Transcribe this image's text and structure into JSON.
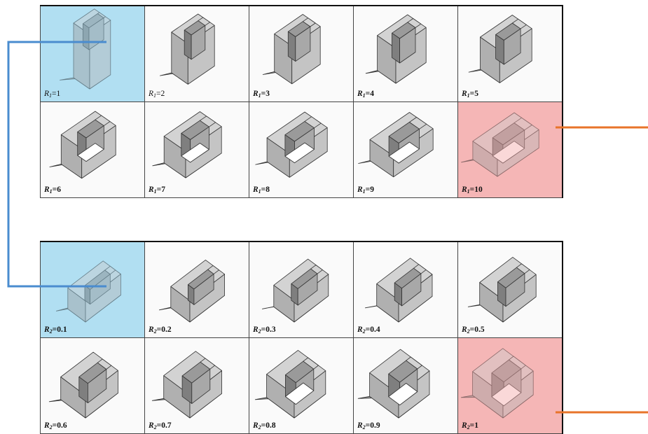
{
  "colors": {
    "highlight_blue": "#9fd8ef",
    "highlight_red": "#f4a9a9",
    "connector_blue": "#4a8ccf",
    "connector_orange": "#e8742a",
    "shape_top": "#d3d3d3",
    "shape_left": "#b0b0b0",
    "shape_right": "#c4c4c4",
    "shadow": "#8c8c8c"
  },
  "group_r1": {
    "symbol": "R",
    "subscript": "1",
    "cells": [
      {
        "value": "1",
        "highlight": "blue",
        "bold": false
      },
      {
        "value": "2",
        "highlight": "none",
        "bold": false
      },
      {
        "value": "3",
        "highlight": "none",
        "bold": true
      },
      {
        "value": "4",
        "highlight": "none",
        "bold": true
      },
      {
        "value": "5",
        "highlight": "none",
        "bold": true
      },
      {
        "value": "6",
        "highlight": "none",
        "bold": true
      },
      {
        "value": "7",
        "highlight": "none",
        "bold": true
      },
      {
        "value": "8",
        "highlight": "none",
        "bold": true
      },
      {
        "value": "9",
        "highlight": "none",
        "bold": true
      },
      {
        "value": "10",
        "highlight": "red",
        "bold": true
      }
    ]
  },
  "group_r2": {
    "symbol": "R",
    "subscript": "2",
    "cells": [
      {
        "value": "0.1",
        "highlight": "blue"
      },
      {
        "value": "0.2",
        "highlight": "none"
      },
      {
        "value": "0.3",
        "highlight": "none"
      },
      {
        "value": "0.4",
        "highlight": "none"
      },
      {
        "value": "0.5",
        "highlight": "none"
      },
      {
        "value": "0.6",
        "highlight": "none"
      },
      {
        "value": "0.7",
        "highlight": "none"
      },
      {
        "value": "0.8",
        "highlight": "none"
      },
      {
        "value": "0.9",
        "highlight": "none"
      },
      {
        "value": "1",
        "highlight": "red"
      }
    ]
  }
}
